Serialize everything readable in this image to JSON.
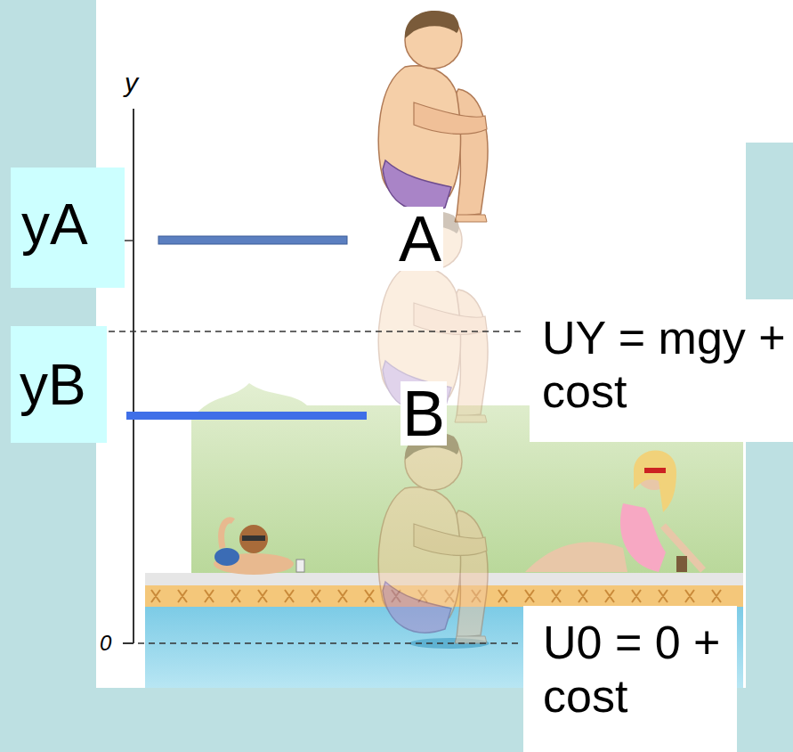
{
  "diagram": {
    "nodes": [
      {
        "text": [
          "yA"
        ]
      },
      {
        "text": [
          "yB"
        ]
      },
      {
        "text": [
          "UY = mgy + cost"
        ]
      },
      {
        "text": [
          "U0 = 0 + cost"
        ]
      }
    ],
    "labels": [
      "y",
      "0",
      "A",
      "B"
    ]
  }
}
